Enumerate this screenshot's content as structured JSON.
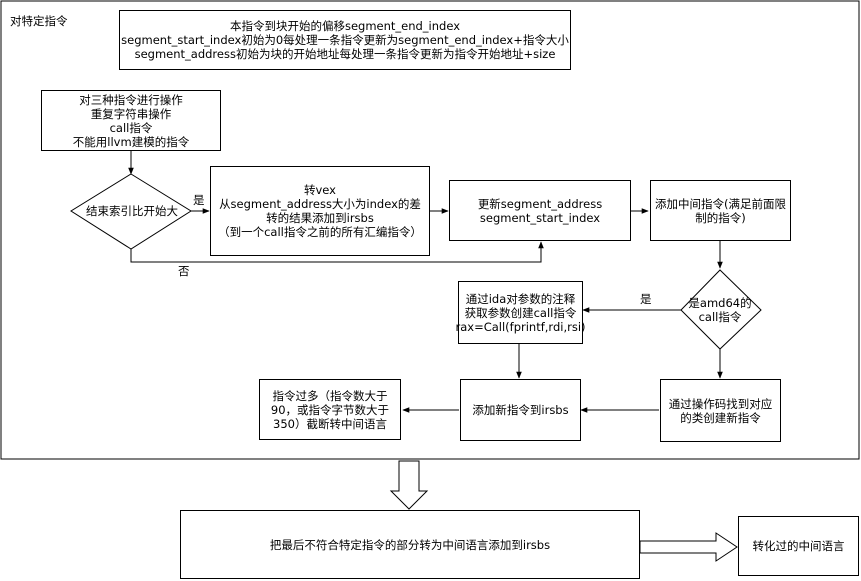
{
  "container": {
    "title": "对特定指令"
  },
  "nodes": {
    "header": "本指令到块开始的偏移segment_end_index\nsegment_start_index初始为0每处理一条指令更新为segment_end_index+指令大小\nsegment_address初始为块的开始地址每处理一条指令更新为指令开始地址+size",
    "ops": "对三种指令进行操作\n重复字符串操作\ncall指令\n不能用llvm建模的指令",
    "decision_index": "结束索引比开始大",
    "convert_vex": "转vex\n从segment_address大小为index的差\n转的结果添加到irsbs\n（到一个call指令之前的所有汇编指令）",
    "update_segment": "更新segment_address\nsegment_start_index",
    "add_middle": "添加中间指令(满足前面限\n制的指令)",
    "decision_amd64": "是amd64的\ncall指令",
    "ida_comment": "通过ida对参数的注释\n获取参数创建call指令\nrax=Call(fprintf,rdi,rsi)",
    "opcode_find": "通过操作码找到对应\n的类创建新指令",
    "add_new": "添加新指令到irsbs",
    "too_many": "指令过多（指令数大于\n90，或指令字节数大于\n350）截断转中间语言",
    "final_convert": "把最后不符合特定指令的部分转为中间语言添加到irsbs",
    "result": "转化过的中间语言"
  },
  "edge_labels": {
    "yes_index": "是",
    "no_index": "否",
    "yes_amd64": "是"
  }
}
